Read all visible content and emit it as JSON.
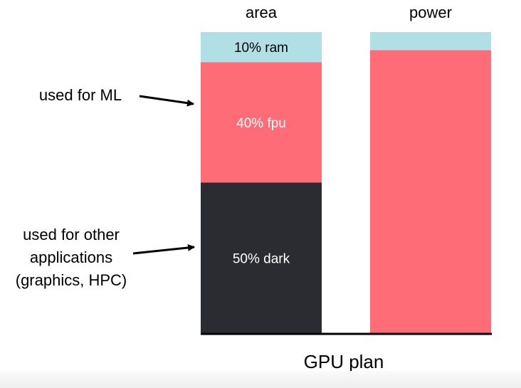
{
  "chart_data": {
    "type": "bar",
    "stacked": true,
    "categories": [
      "area",
      "power"
    ],
    "series": [
      {
        "key": "dark",
        "values": [
          50,
          0
        ],
        "color": "#2a2c31"
      },
      {
        "key": "fpu",
        "values": [
          40,
          94
        ],
        "color": "#fd6c77"
      },
      {
        "key": "ram",
        "values": [
          10,
          6
        ],
        "color": "#b0e0e6"
      }
    ],
    "segment_labels": [
      [
        "50% dark",
        "40% fpu",
        "10% ram"
      ],
      [
        "",
        "",
        ""
      ]
    ],
    "ylim": [
      0,
      100
    ],
    "xlabel": "GPU plan",
    "grid": false,
    "legend": "none",
    "annotations": [
      {
        "lines": [
          "used for ML"
        ],
        "points_to": "area/fpu"
      },
      {
        "lines": [
          "used for other",
          "applications",
          "(graphics, HPC)"
        ],
        "points_to": "area/dark"
      }
    ]
  }
}
